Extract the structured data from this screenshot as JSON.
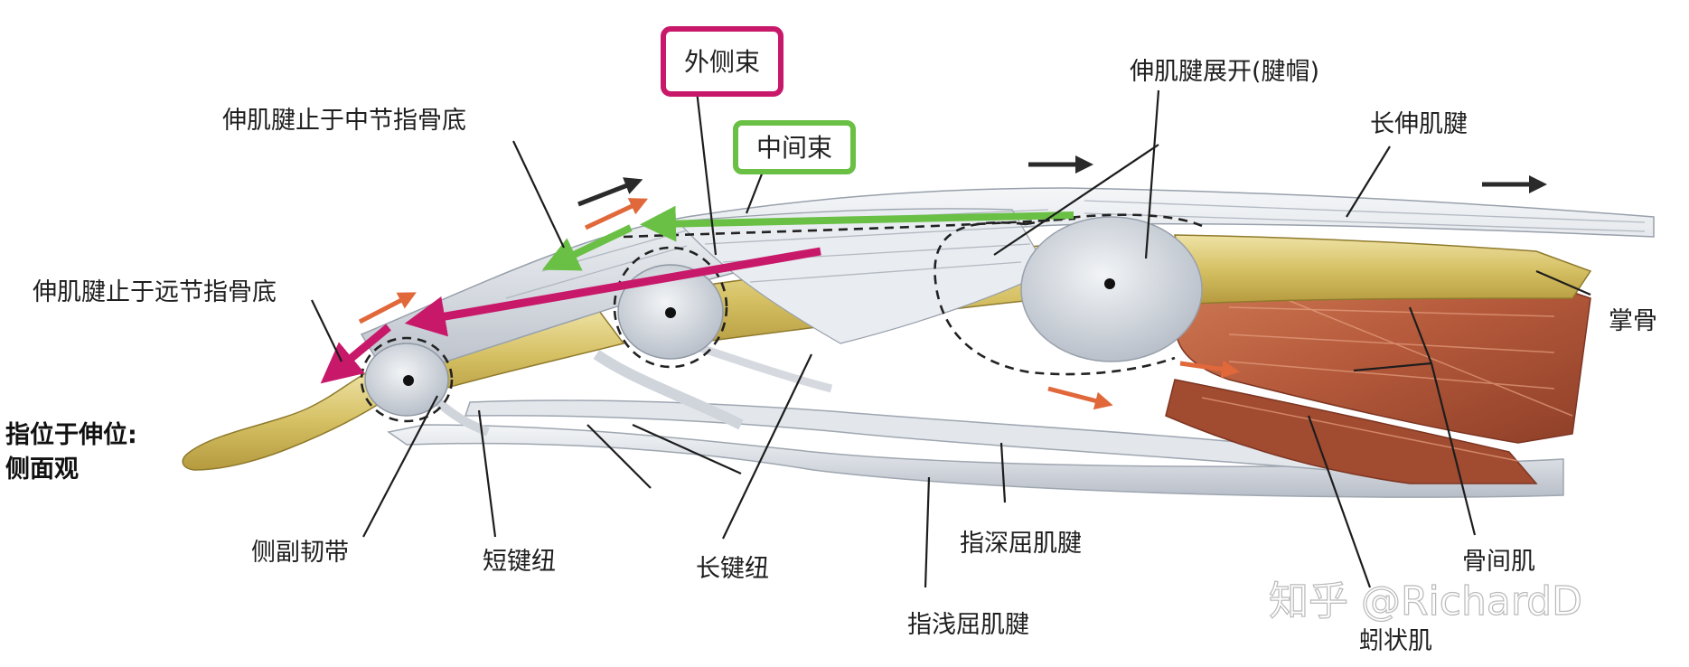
{
  "labels": {
    "lateral_band": "外侧束",
    "central_slip": "中间束",
    "extensor_expansion": "伸肌腱展开(腱帽)",
    "ext_insert_middle": "伸肌腱止于中节指骨底",
    "long_extensor": "长伸肌腱",
    "ext_insert_distal": "伸肌腱止于远节指骨底",
    "metacarpal": "掌骨",
    "view_line1": "指位于伸位:",
    "view_line2": "侧面观",
    "collateral_ligament": "侧副韧带",
    "short_vinculum": "短键纽",
    "long_vinculum": "长键纽",
    "fdp": "指深屈肌腱",
    "fds": "指浅屈肌腱",
    "interosseous": "骨间肌",
    "lumbrical": "蚓状肌"
  },
  "watermark": "知乎 @RichardD",
  "colors": {
    "lateral_band": "#c8186a",
    "central_slip": "#6abf45",
    "motion_arrow_dark": "#2a2a2a",
    "motion_arrow_orange": "#e0683a",
    "bone": "#d9c46a",
    "muscle": "#b3583a",
    "tendon": "#d8dce2"
  }
}
